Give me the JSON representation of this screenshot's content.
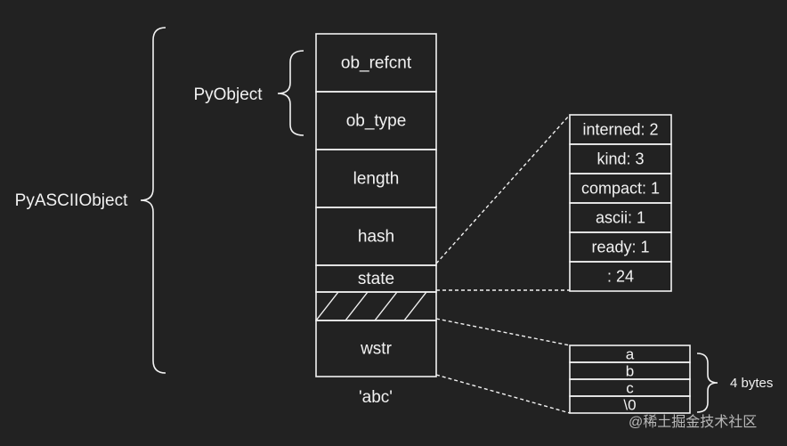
{
  "labels": {
    "outer_group": "PyASCIIObject",
    "inner_group": "PyObject",
    "caption": "'abc'",
    "bytes_note": "4 bytes"
  },
  "struct_fields": [
    "ob_refcnt",
    "ob_type",
    "length",
    "hash",
    "state",
    "",
    "wstr"
  ],
  "state_bits": [
    "interned: 2",
    "kind: 3",
    "compact: 1",
    "ascii: 1",
    "ready: 1",
    ": 24"
  ],
  "chars": [
    "a",
    "b",
    "c",
    "\\0"
  ],
  "watermark": "@稀土掘金技术社区"
}
